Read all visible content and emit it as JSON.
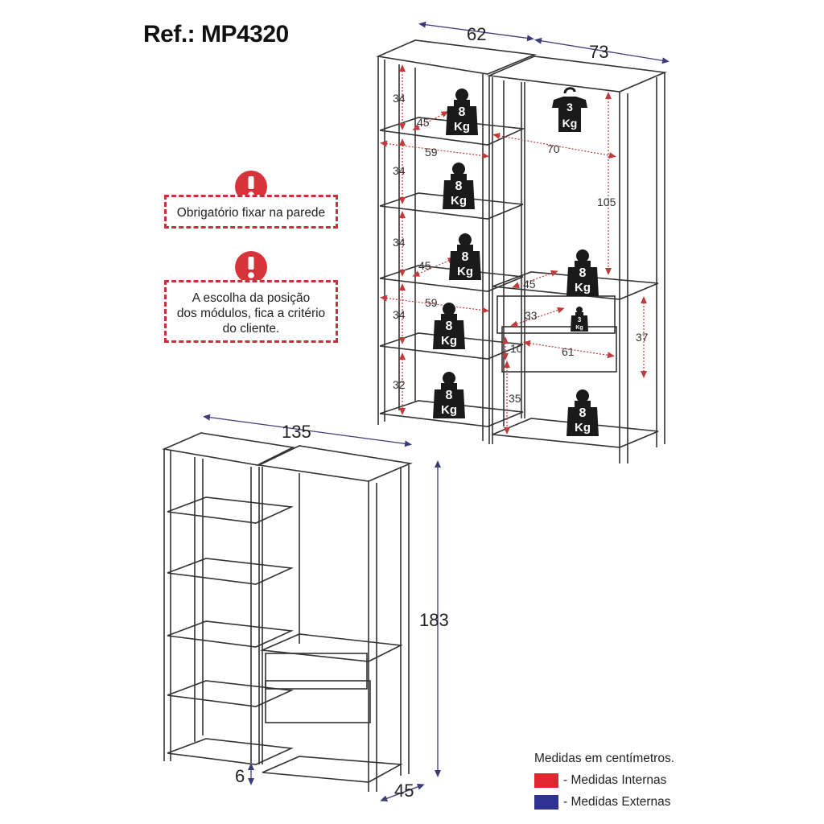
{
  "ref_title": "Ref.: MP4320",
  "notes": [
    {
      "text": "Obrigatório fixar na parede"
    },
    {
      "lines": [
        "A escolha da posição",
        "dos módulos, fica a critério",
        "do cliente."
      ]
    }
  ],
  "dims": {
    "ext": {
      "top_left": "62",
      "top_right": "73",
      "width": "135",
      "height": "183",
      "depth": "45",
      "foot": "6"
    },
    "int": {
      "h1": "34",
      "h2": "34",
      "h3": "34",
      "h4": "34",
      "h5": "32",
      "d1": "45",
      "d2": "45",
      "w1": "59",
      "w2": "59",
      "rod_w": "70",
      "rod_h": "105",
      "cab_d": "45",
      "drawer_d": "33",
      "drawer_h": "10",
      "drawer_w": "61",
      "side_h": "37",
      "low_h": "35"
    }
  },
  "weights": {
    "large": {
      "num": "8",
      "unit": "Kg"
    },
    "hanger": {
      "num": "3",
      "unit": "Kg"
    },
    "small": {
      "num": "3",
      "unit": "Kg"
    }
  },
  "legend": {
    "title": "Medidas em centímetros.",
    "internal_label": "- Medidas Internas",
    "external_label": "- Medidas Externas",
    "internal_color": "#e0262e",
    "external_color": "#2e3192"
  }
}
